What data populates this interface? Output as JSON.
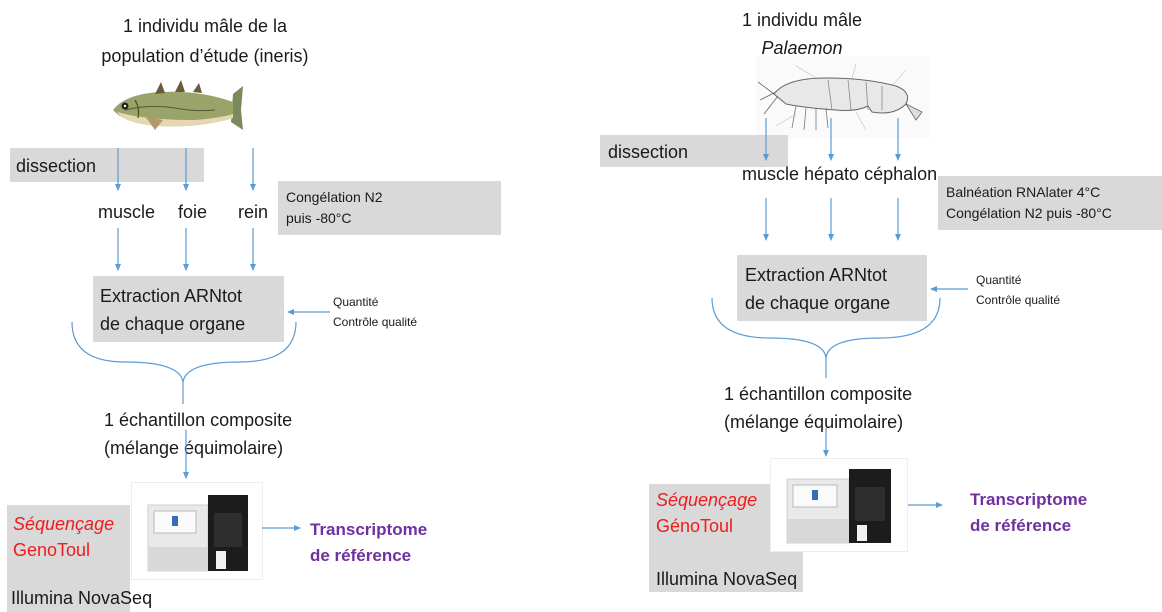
{
  "left": {
    "title_line1": "1 individu mâle de la",
    "title_line2": "population d’étude (ineris)",
    "dissection": "dissection",
    "organs": [
      "muscle",
      "foie",
      "rein"
    ],
    "storage_line1": "Congélation N2",
    "storage_line2": "puis -80°C",
    "extraction_line1": "Extraction ARNtot",
    "extraction_line2": "de chaque organe",
    "qc_line1": "Quantité",
    "qc_line2": "Contrôle qualité",
    "composite_line1": "1 échantillon composite",
    "composite_line2": "(mélange équimolaire)",
    "seq_line1": "Séquençage",
    "seq_line2": "GenoToul",
    "platform": "Illumina NovaSeq",
    "result_line1": "Transcriptome",
    "result_line2": "de référence"
  },
  "right": {
    "title_line1": "1 individu mâle",
    "title_line2": "Palaemon",
    "dissection": "dissection",
    "organs": "muscle hépato céphalon",
    "storage_line1": "Balnéation RNAlater 4°C",
    "storage_line2": "Congélation N2 puis -80°C",
    "extraction_line1": "Extraction ARNtot",
    "extraction_line2": "de chaque organe",
    "qc_line1": "Quantité",
    "qc_line2": "Contrôle qualité",
    "composite_line1": "1 échantillon composite",
    "composite_line2": "(mélange équimolaire)",
    "seq_line1": "Séquençage",
    "seq_line2": "GénoToul",
    "platform": "Illumina NovaSeq",
    "result_line1": "Transcriptome",
    "result_line2": "de référence"
  },
  "colors": {
    "arrow": "#5b9bd5",
    "box": "#d9d9d9",
    "sequencing": "#ee1c1c",
    "result": "#7030a0"
  },
  "icons": [
    "fish-illustration",
    "shrimp-diagram",
    "sequencer-machine"
  ]
}
